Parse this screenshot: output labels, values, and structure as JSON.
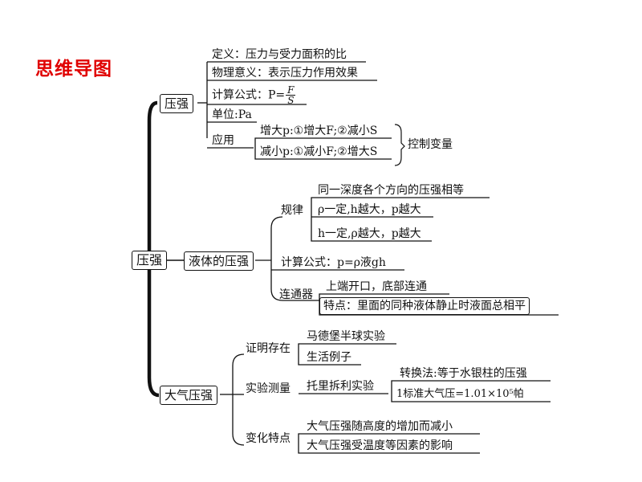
{
  "title": "思维导图",
  "root": {
    "label": "压强"
  },
  "pressure": {
    "label": "压强",
    "definition": "定义：压力与受力面积的比",
    "meaning": "物理意义：表示压力作用效果",
    "formula_prefix": "计算公式：P=",
    "formula_num": "F",
    "formula_den": "S",
    "unit": "单位:Pa",
    "application": {
      "label": "应用",
      "increase": "增大p:①增大F;②减小S",
      "decrease": "减小p:①减小F;②增大S",
      "note": "控制变量"
    }
  },
  "liquid": {
    "label": "液体的压强",
    "rule": {
      "label": "规律",
      "items": [
        "同一深度各个方向的压强相等",
        "ρ一定,h越大，p越大",
        "h一定,ρ越大，p越大"
      ]
    },
    "formula": "计算公式：p=ρ液gh",
    "connector": {
      "label": "连通器",
      "items": [
        "上端开口，底部连通",
        "特点：里面的同种液体静止时液面总相平"
      ]
    }
  },
  "atmosphere": {
    "label": "大气压强",
    "proof": {
      "label": "证明存在",
      "items": [
        "马德堡半球实验",
        "生活例子"
      ]
    },
    "measure": {
      "label": "实验测量",
      "experiment": "托里拆利实验",
      "items": [
        "转换法:等于水银柱的压强",
        "1标准大气压=1.01×10⁵帕"
      ]
    },
    "change": {
      "label": "变化特点",
      "items": [
        "大气压强随高度的增加而减小",
        "大气压强受温度等因素的影响"
      ]
    }
  }
}
